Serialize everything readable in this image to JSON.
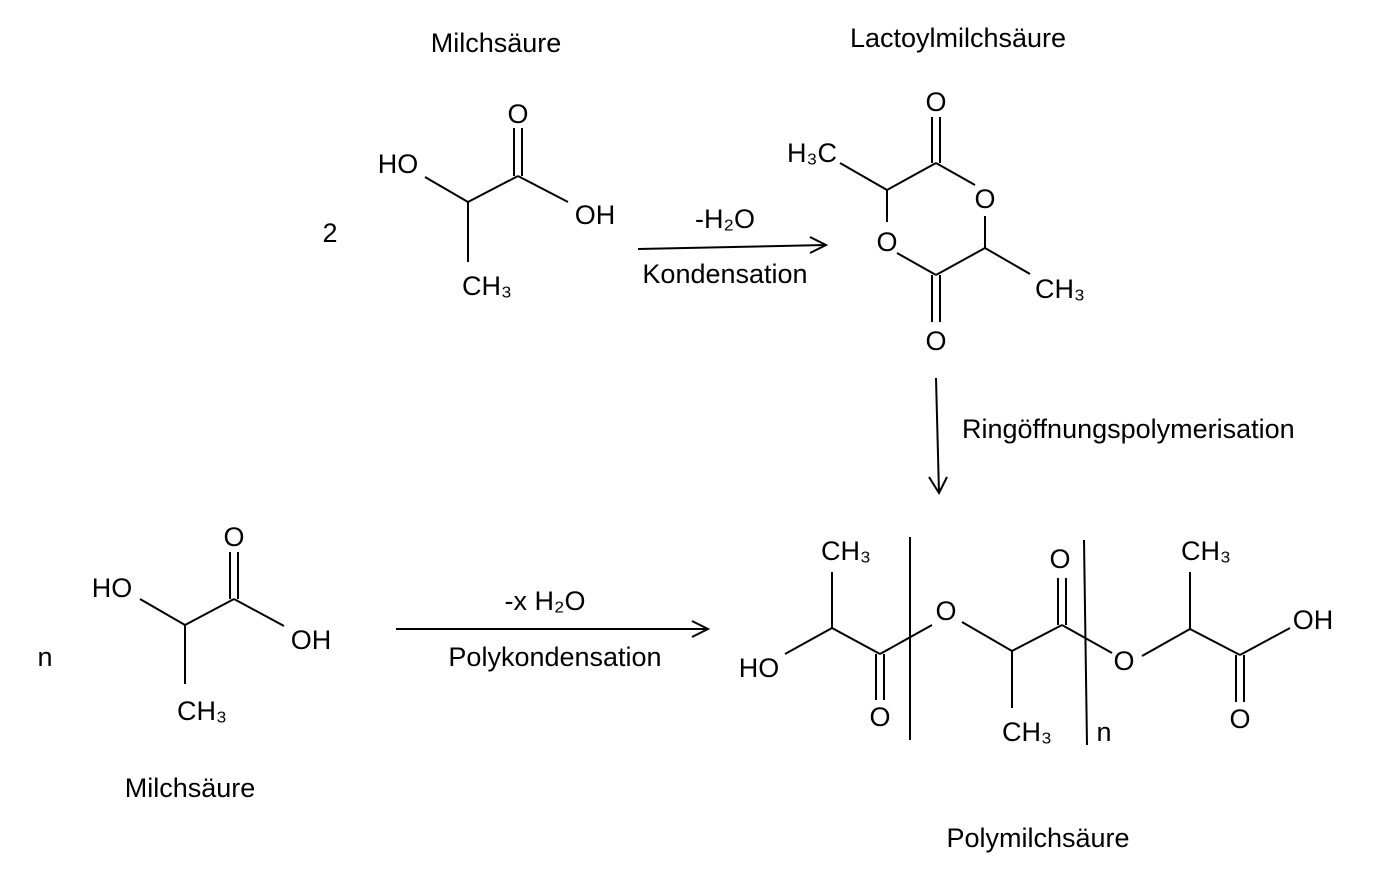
{
  "titles": {
    "top_monomer": "Milchsäure",
    "dimer": "Lactoylmilchsäure",
    "bottom_monomer": "Milchsäure",
    "polymer": "Polymilchsäure"
  },
  "coefficients": {
    "top": "2",
    "bottom": "n"
  },
  "reactions": {
    "condensation": {
      "above": "-H₂O",
      "below": "Kondensation"
    },
    "ring_opening": {
      "label": "Ringöffnungspolymerisation"
    },
    "polycondensation": {
      "above": "-x H₂O",
      "below": "Polykondensation"
    }
  },
  "atoms": {
    "HO": "HO",
    "OH": "OH",
    "O": "O",
    "CH3": "CH₃",
    "H3C": "H₃C",
    "n": "n"
  }
}
